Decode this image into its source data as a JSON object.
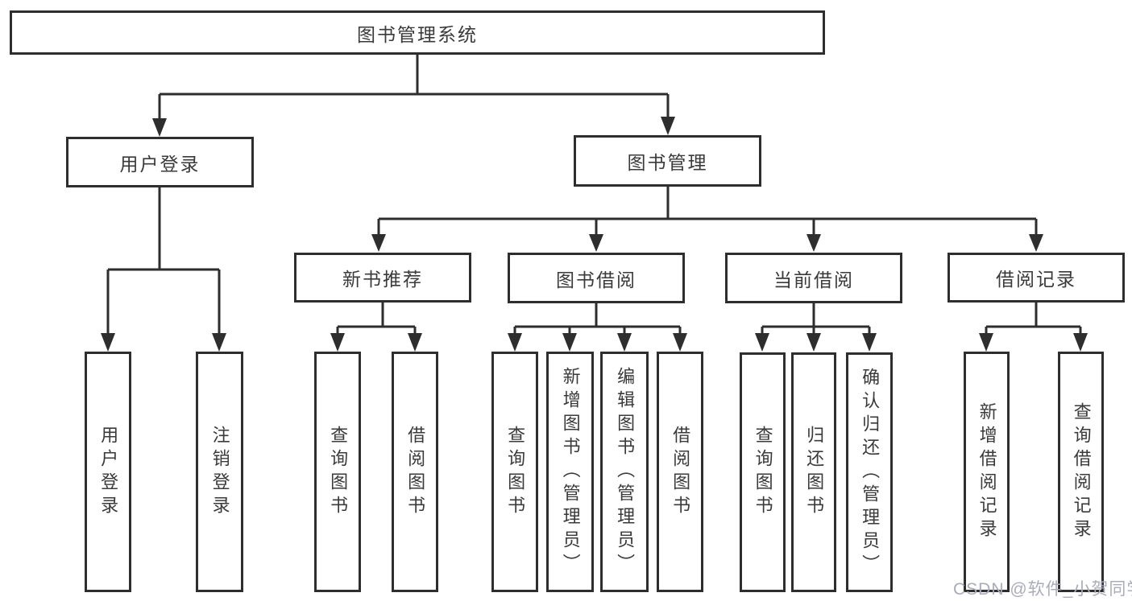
{
  "diagram": {
    "type": "hierarchy-tree",
    "title": "图书管理系统",
    "colors": {
      "line": "#2e2e2e",
      "text": "#3a3a3a",
      "box_background": "#ffffff",
      "page_background": "#ffffff",
      "watermark": "#a9adbb"
    },
    "nodes": {
      "root": {
        "label": "图书管理系统"
      },
      "user_login": {
        "label": "用户登录"
      },
      "book_mgmt": {
        "label": "图书管理"
      },
      "new_book_rec": {
        "label": "新书推荐"
      },
      "book_borrow": {
        "label": "图书借阅"
      },
      "current_borrow": {
        "label": "当前借阅"
      },
      "borrow_records": {
        "label": "借阅记录"
      },
      "ul_user_login": {
        "label": "用户登录"
      },
      "ul_logout": {
        "label": "注销登录"
      },
      "nr_query_book": {
        "label": "查询图书"
      },
      "nr_borrow_book": {
        "label": "借阅图书"
      },
      "bb_query_book": {
        "label": "查询图书"
      },
      "bb_add_book": {
        "label": "新增图书（管理员）"
      },
      "bb_edit_book": {
        "label": "编辑图书（管理员）"
      },
      "bb_borrow_book": {
        "label": "借阅图书"
      },
      "cb_query_book": {
        "label": "查询图书"
      },
      "cb_return_book": {
        "label": "归还图书"
      },
      "cb_confirm": {
        "label": "确认归还（管理员）"
      },
      "br_add_record": {
        "label": "新增借阅记录"
      },
      "br_query_record": {
        "label": "查询借阅记录"
      }
    },
    "edges": [
      [
        "root",
        "user_login"
      ],
      [
        "root",
        "book_mgmt"
      ],
      [
        "user_login",
        "ul_user_login"
      ],
      [
        "user_login",
        "ul_logout"
      ],
      [
        "book_mgmt",
        "new_book_rec"
      ],
      [
        "book_mgmt",
        "book_borrow"
      ],
      [
        "book_mgmt",
        "current_borrow"
      ],
      [
        "book_mgmt",
        "borrow_records"
      ],
      [
        "new_book_rec",
        "nr_query_book"
      ],
      [
        "new_book_rec",
        "nr_borrow_book"
      ],
      [
        "book_borrow",
        "bb_query_book"
      ],
      [
        "book_borrow",
        "bb_add_book"
      ],
      [
        "book_borrow",
        "bb_edit_book"
      ],
      [
        "book_borrow",
        "bb_borrow_book"
      ],
      [
        "current_borrow",
        "cb_query_book"
      ],
      [
        "current_borrow",
        "cb_return_book"
      ],
      [
        "current_borrow",
        "cb_confirm"
      ],
      [
        "borrow_records",
        "br_add_record"
      ],
      [
        "borrow_records",
        "br_query_record"
      ]
    ],
    "watermark": {
      "text": "CSDN @软件_小贺同学"
    }
  }
}
